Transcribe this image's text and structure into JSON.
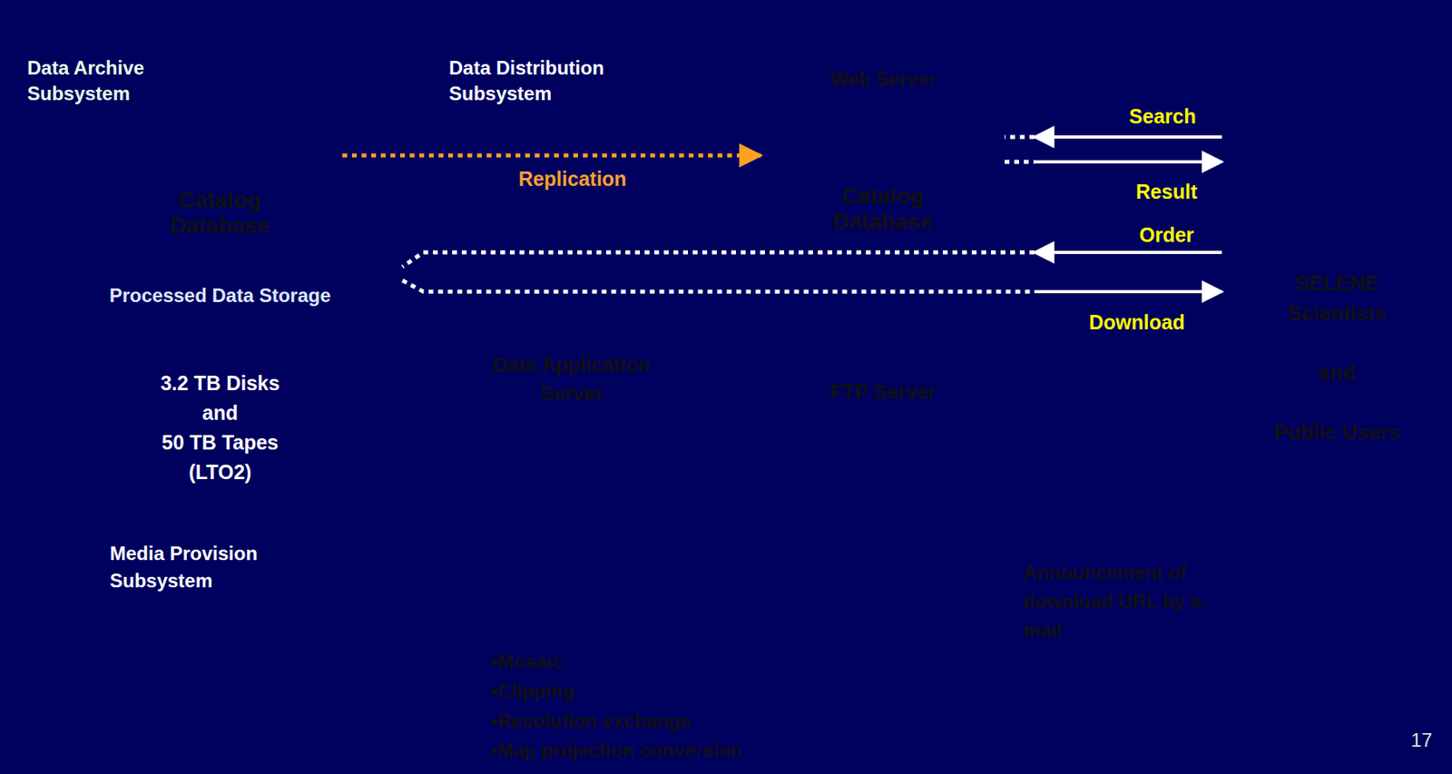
{
  "diagram": {
    "nodes": [
      {
        "text": [
          "Data Archive Subsystem"
        ]
      },
      {
        "text": [
          "Catalog Database"
        ],
        "in": 0
      },
      {
        "text": [
          "Processed Data Storage",
          "3.2 TB Disks",
          "and",
          "50 TB Tapes",
          "(LTO2)"
        ],
        "in": 0
      },
      {
        "text": [
          "Media Provision Subsystem"
        ],
        "in": 0
      },
      {
        "text": [
          "Data Distribution Subsystem"
        ]
      },
      {
        "text": [
          "Web Server"
        ],
        "in": 4
      },
      {
        "text": [
          "Catalog Database"
        ],
        "in": 5
      },
      {
        "text": [
          "Data Application Server"
        ],
        "in": 4
      },
      {
        "text": [
          "FTP Server"
        ],
        "in": 4
      },
      {
        "text": [
          "SELENE Scientists",
          "and",
          "Public Users"
        ]
      },
      {
        "text": [
          "Announcement of download URL by e-mail"
        ]
      },
      {
        "text": [
          "•Mosaic",
          "•Clipping",
          "•Resolution exchange",
          "•Map projection conversion"
        ]
      }
    ],
    "edges": [
      {
        "from": 1,
        "to": 6,
        "label": "Replication",
        "arrow": "to"
      },
      {
        "from": 9,
        "to": 6,
        "label": "Search",
        "arrow": "to"
      },
      {
        "from": 6,
        "to": 9,
        "label": "Result",
        "arrow": "to"
      },
      {
        "from": 9,
        "to": 2,
        "label": "Order",
        "arrow": "to"
      },
      {
        "from": 2,
        "to": 9,
        "label": "Download",
        "arrow": "to"
      }
    ],
    "labels": [
      "17"
    ]
  }
}
